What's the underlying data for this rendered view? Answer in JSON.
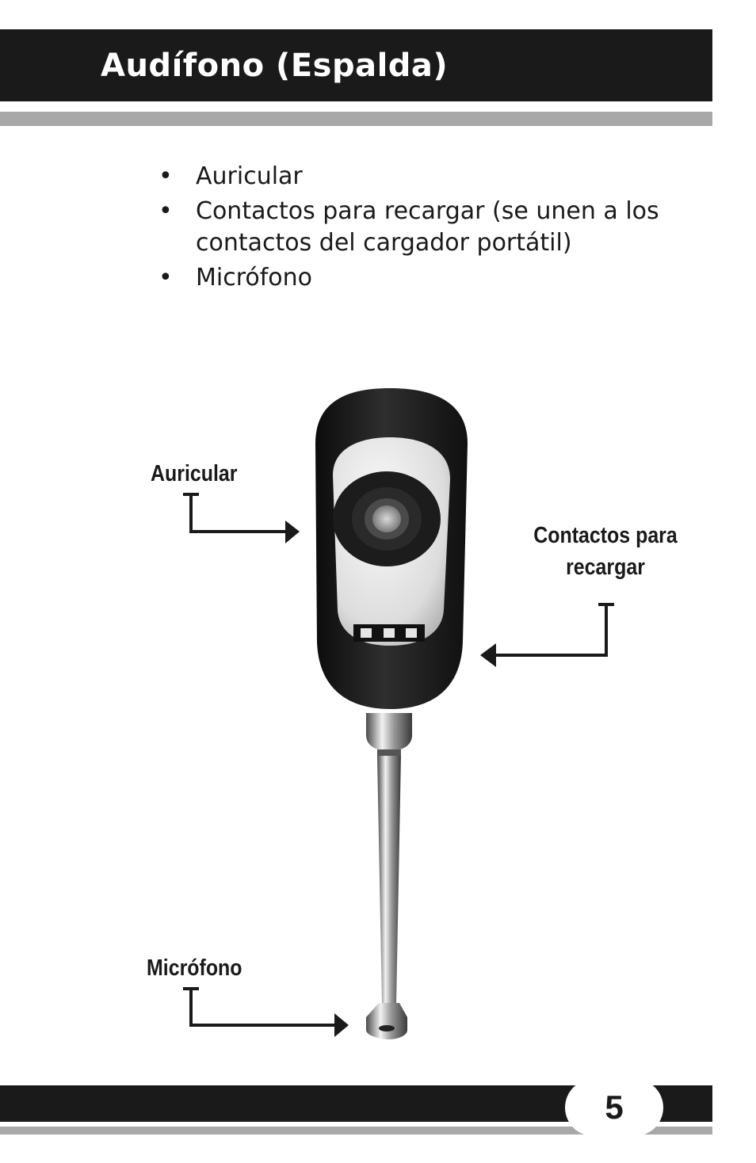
{
  "header": {
    "title": "Audífono (Espalda)"
  },
  "bullets": [
    "Auricular",
    "Contactos para recargar (se unen a los contactos del cargador portátil)",
    "Micrófono"
  ],
  "bullet_glyph": "•",
  "callouts": {
    "earpiece": "Auricular",
    "contacts_line1": "Contactos para",
    "contacts_line2": "recargar",
    "microphone": "Micrófono"
  },
  "illustration": {
    "subject": "hearing-aid-back-view"
  },
  "footer": {
    "page_number": "5"
  },
  "colors": {
    "dark": "#1a1a1a",
    "rule_gray": "#a8a8a8",
    "background": "#ffffff"
  }
}
